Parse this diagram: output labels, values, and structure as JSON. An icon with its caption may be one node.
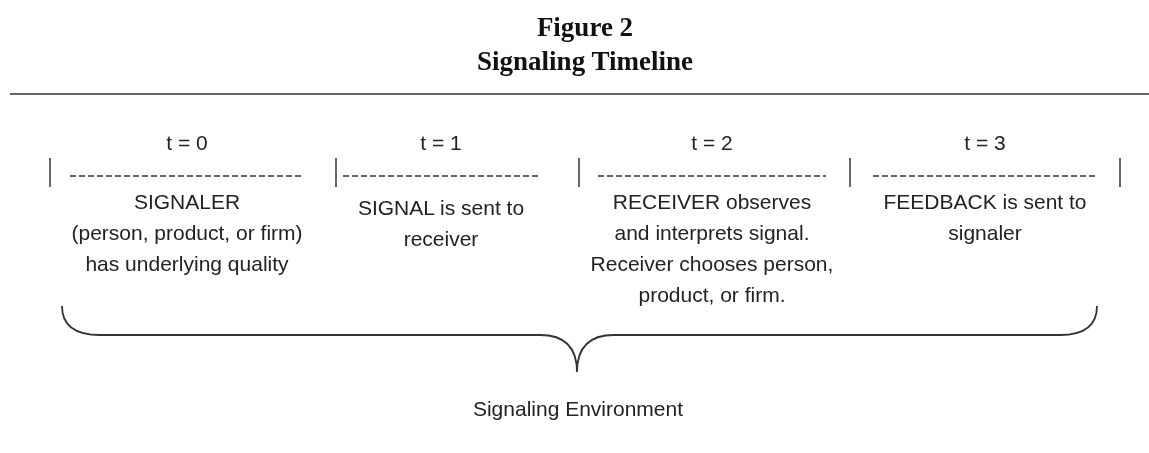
{
  "diagram": {
    "title": "Figure 2",
    "labels": [
      "Signaling Timeline",
      "t = 0",
      "t = 1",
      "t = 2",
      "t = 3",
      "SIGNALER",
      "(person, product, or firm) has underlying quality",
      "SIGNAL is sent to receiver",
      "RECEIVER observes and interprets signal.",
      "Receiver chooses person, product, or firm.",
      "FEEDBACK is sent to signaler",
      "Signaling Environment"
    ]
  }
}
